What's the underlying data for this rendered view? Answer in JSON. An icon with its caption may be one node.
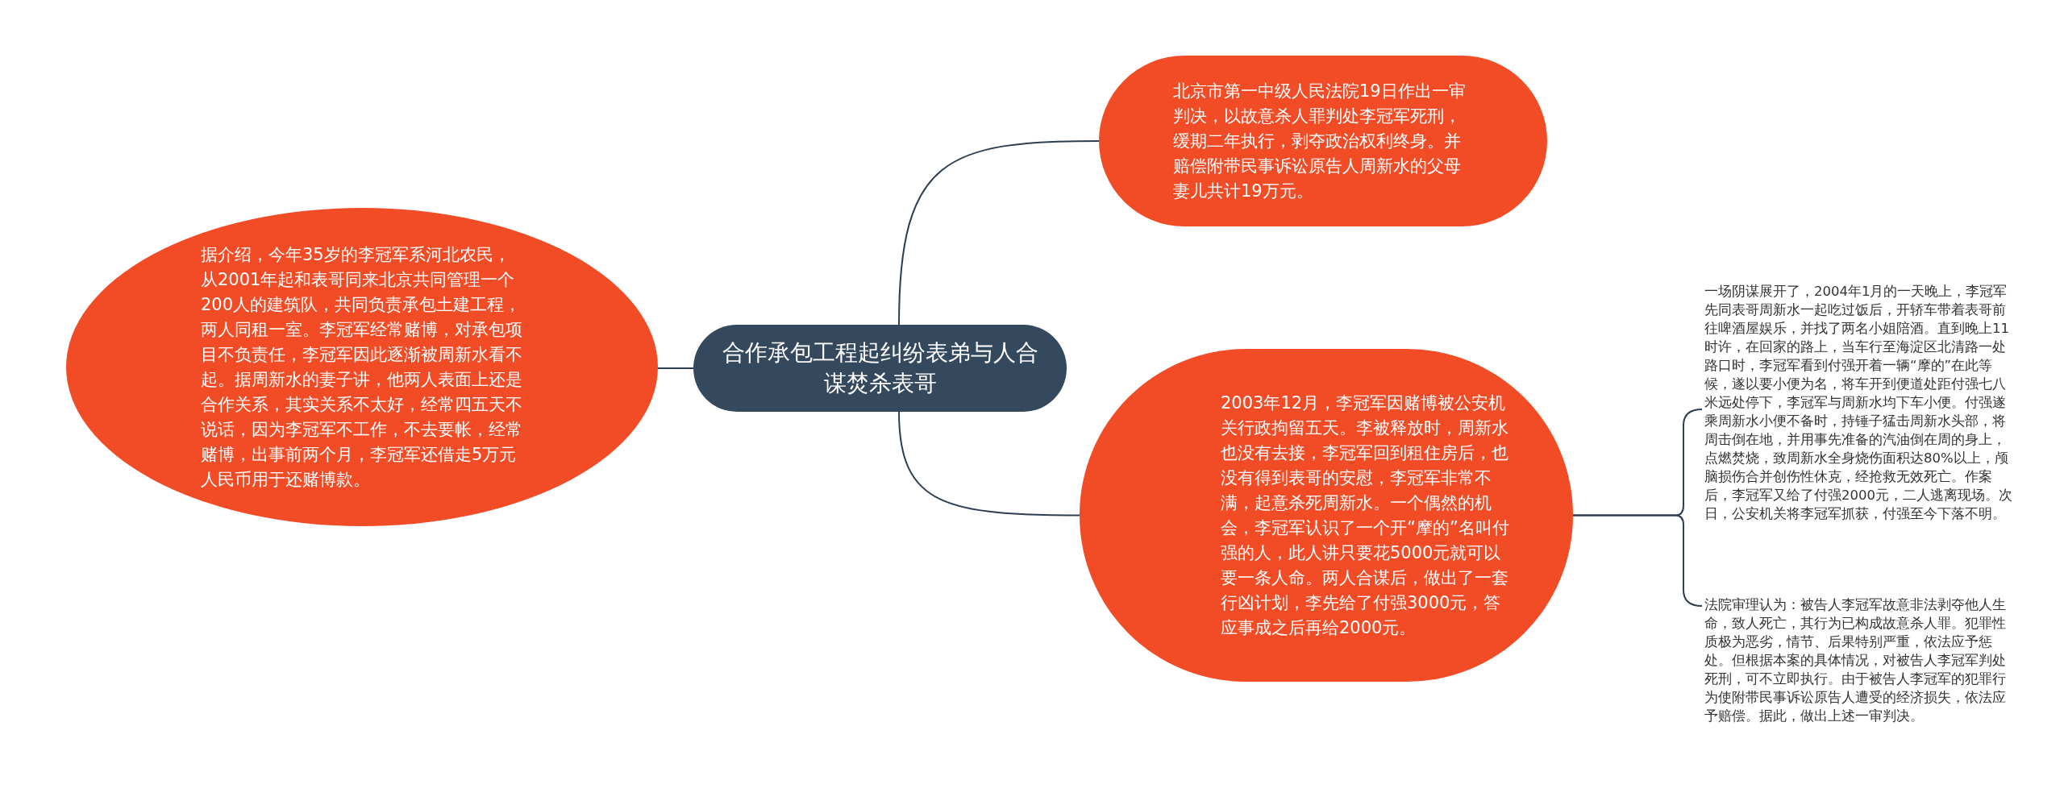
{
  "diagram": {
    "nodes": [
      {
        "text": [
          "合作承包工程起纠纷表弟与人合谋焚杀表哥"
        ]
      },
      {
        "text": [
          "北京市第一中级人民法院19日作出一审判决，以故意杀人罪判处李冠军死刑，缓期二年执行，剥夺政治权利终身。并赔偿附带民事诉讼原告人周新水的父母妻儿共计19万元。"
        ]
      },
      {
        "text": [
          "据介绍，今年35岁的李冠军系河北农民，从2001年起和表哥同来北京共同管理一个200人的建筑队，共同负责承包土建工程，两人同租一室。李冠军经常赌博，对承包项目不负责任，李冠军因此逐渐被周新水看不起。据周新水的妻子讲，他两人表面上还是合作关系，其实关系不太好，经常四五天不说话，因为李冠军不工作，不去要帐，经常赌博，出事前两个月，李冠军还借走5万元人民币用于还赌博款。"
        ]
      },
      {
        "text": [
          "2003年12月，李冠军因赌博被公安机关行政拘留五天。李被释放时，周新水也没有去接，李冠军回到租住房后，也没有得到表哥的安慰，李冠军非常不满，起意杀死周新水。一个偶然的机会，李冠军认识了一个开“摩的”名叫付强的人，此人讲只要花5000元就可以要一条人命。两人合谋后，做出了一套行凶计划，李先给了付强3000元，答应事成之后再给2000元。"
        ]
      },
      {
        "text": [
          "一场阴谋展开了，2004年1月的一天晚上，李冠军先同表哥周新水一起吃过饭后，开轿车带着表哥前往啤酒屋娱乐，并找了两名小姐陪酒。直到晚上11时许，在回家的路上，当车行至海淀区北清路一处路口时，李冠军看到付强开着一辆“摩的”在此等候，遂以要小便为名，将车开到便道处距付强七八米远处停下，李冠军与周新水均下车小便。付强遂乘周新水小便不备时，持锤子猛击周新水头部，将周击倒在地，并用事先准备的汽油倒在周的身上，点燃焚烧，致周新水全身烧伤面积达80%以上，颅脑损伤合并创伤性休克，经抢救无效死亡。作案后，李冠军又给了付强2000元，二人逃离现场。次日，公安机关将李冠军抓获，付强至今下落不明。"
        ]
      },
      {
        "text": [
          "法院审理认为：被告人李冠军故意非法剥夺他人生命，致人死亡，其行为已构成故意杀人罪。犯罪性质极为恶劣，情节、后果特别严重，依法应予惩处。但根据本案的具体情况，对被告人李冠军判处死刑，可不立即执行。由于被告人李冠军的犯罪行为使附带民事诉讼原告人遭受的经济损失，依法应予赔偿。据此，做出上述一审判决。"
        ]
      }
    ],
    "edges": [
      {
        "from": 0,
        "to": 1,
        "arrow": "none"
      },
      {
        "from": 0,
        "to": 2,
        "arrow": "none"
      },
      {
        "from": 0,
        "to": 3,
        "arrow": "none"
      },
      {
        "from": 3,
        "to": 4,
        "arrow": "none"
      },
      {
        "from": 3,
        "to": 5,
        "arrow": "none"
      }
    ]
  }
}
